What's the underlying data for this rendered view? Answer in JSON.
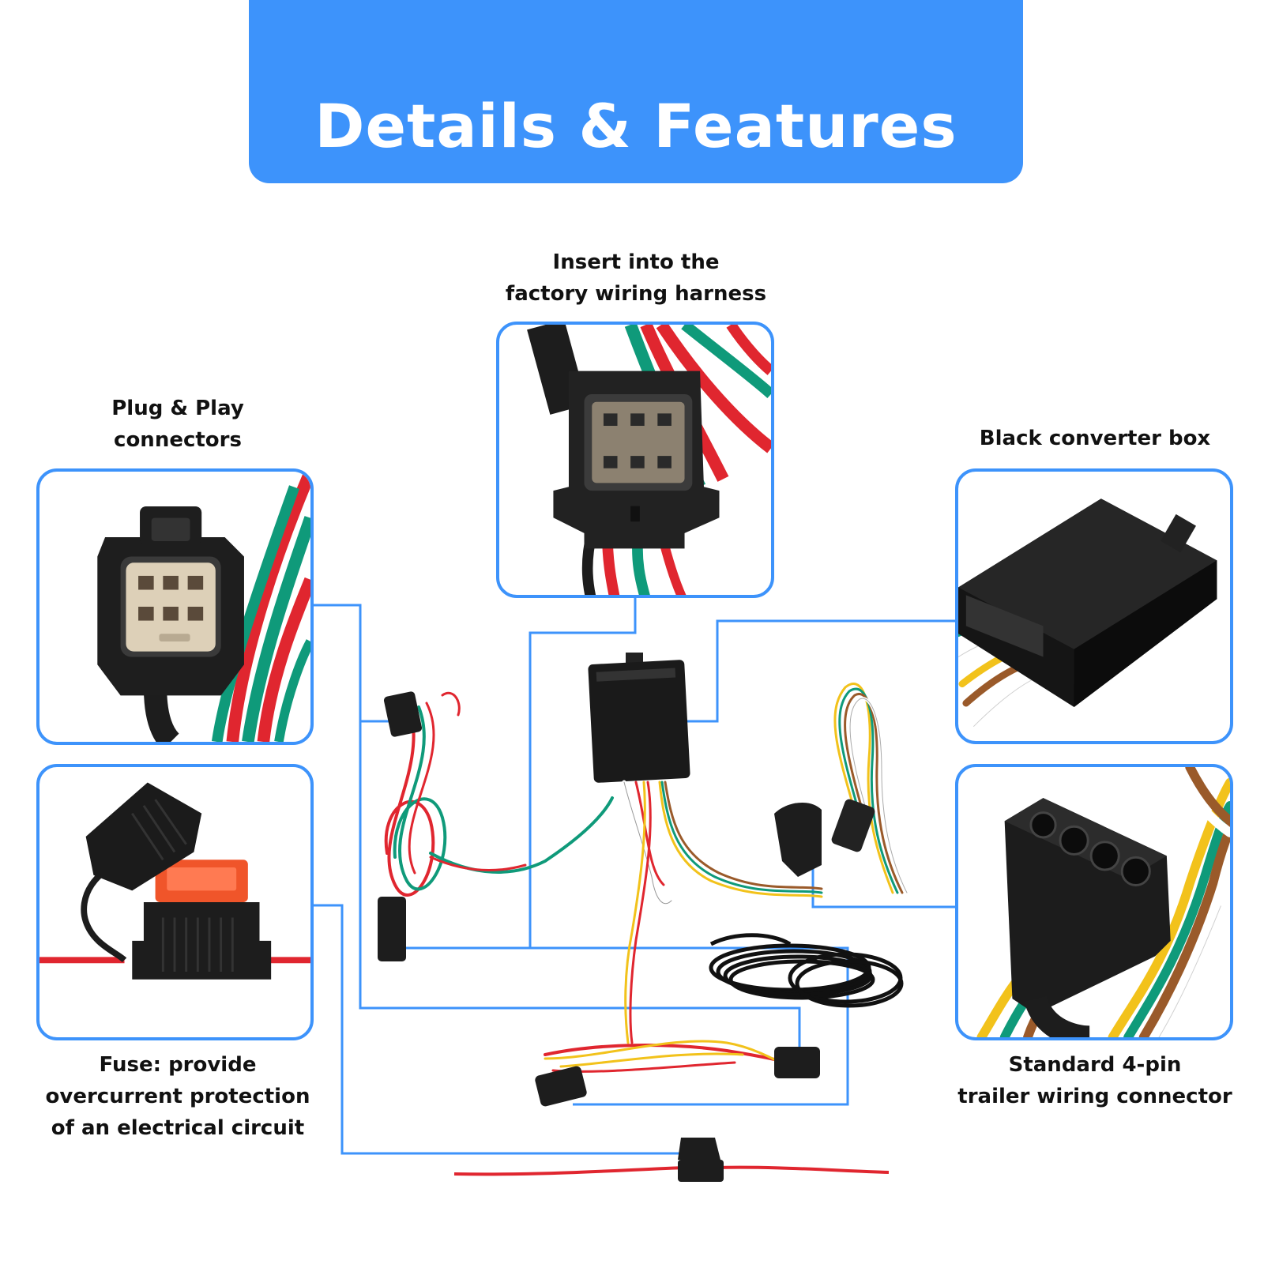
{
  "banner": {
    "title": "Details & Features"
  },
  "features": {
    "factory_harness": {
      "line1": "Insert into the",
      "line2": "factory wiring harness",
      "icon": "factory-harness-connector-icon"
    },
    "plug_play": {
      "line1": "Plug & Play",
      "line2": "connectors",
      "icon": "plug-play-connector-icon"
    },
    "converter_box": {
      "line1": "Black converter box",
      "icon": "converter-box-icon"
    },
    "fuse": {
      "line1": "Fuse: provide",
      "line2": "overcurrent protection",
      "line3": "of an electrical circuit",
      "icon": "fuse-holder-icon"
    },
    "four_pin": {
      "line1": "Standard 4-pin",
      "line2": "trailer wiring connector",
      "icon": "four-pin-connector-icon"
    }
  },
  "colors": {
    "accent": "#3d93fb",
    "wire_red": "#e0262f",
    "wire_green": "#0f9a7a",
    "wire_yellow": "#f2c21b",
    "wire_brown": "#9a5a2a",
    "connector_black": "#1d1d1d",
    "connector_beige": "#ddd0b8",
    "fuse_orange": "#f0552a"
  }
}
